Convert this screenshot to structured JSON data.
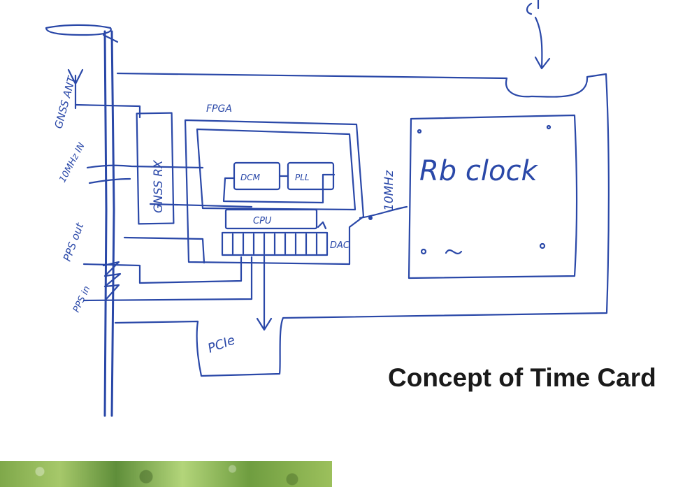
{
  "title": "Concept of Time Card",
  "labels": {
    "gnss_ant": "GNSS ANT",
    "mhz_in": "10MHz IN",
    "pps_out": "PPS out",
    "pps_in": "PPS in",
    "fpga": "FPGA",
    "gnss_rx": "GNSS RX",
    "dcm": "DCM",
    "pll": "PLL",
    "cpu": "CPU",
    "dac": "DAC",
    "mhz_10": "10MHz",
    "rb_clock": "Rb clock",
    "pcie": "PCIe"
  },
  "colors": {
    "ink": "#2a48a8",
    "title": "#1a1a1a"
  }
}
